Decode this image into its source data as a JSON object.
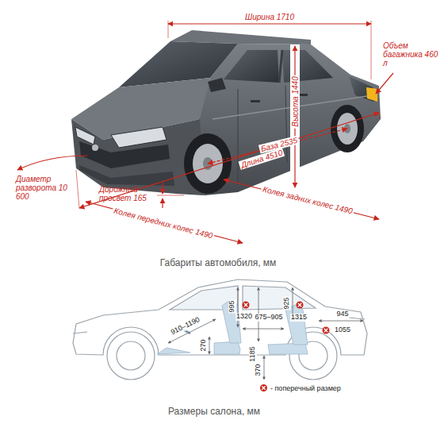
{
  "diagram": {
    "labels": [
      "Ширина 1710",
      "Высота 1440",
      "Объем багажника 460 л",
      "База 2535",
      "Длина 4510",
      "Диаметр разворота 10 600",
      "Дорожный просвет 165",
      "Колея задних колес 1490",
      "Колея передних колес 1490",
      "Габариты автомобиля, мм",
      "995",
      "910–1190",
      "270",
      "1320",
      "675–905",
      "1185",
      "370",
      "925",
      "1315",
      "945",
      "1055",
      "Размеры салона, мм"
    ],
    "legend": [
      {
        "text": "- поперечный размер"
      }
    ]
  }
}
